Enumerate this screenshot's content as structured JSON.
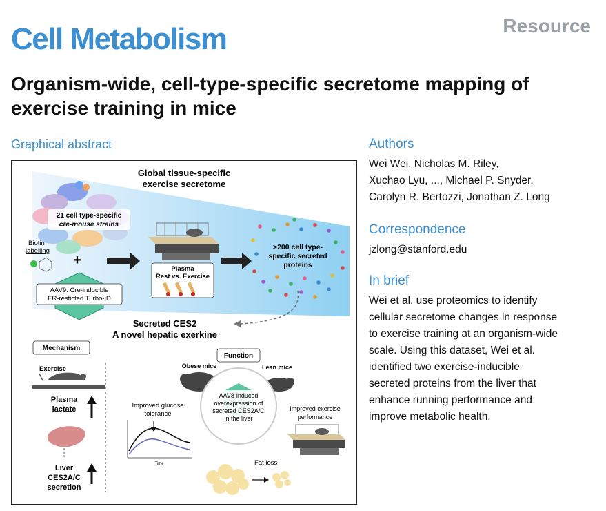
{
  "header": {
    "journal": "Cell Metabolism",
    "section_type": "Resource",
    "title": "Organism-wide, cell-type-specific secretome mapping of exercise training in mice"
  },
  "graphical_abstract": {
    "heading": "Graphical abstract",
    "top_title_1": "Global tissue-specific",
    "top_title_2": "exercise secretome",
    "strains_1": "21 cell type-specific",
    "strains_2": "cre-mouse strains",
    "biotin_1": "Biotin",
    "biotin_2": "labelling",
    "plus": "+",
    "aav9_1": "AAV9: Cre-inducible",
    "aav9_2": "ER-resticted Turbo-ID",
    "plasma_1": "Plasma",
    "plasma_2": "Rest vs. Exercise",
    "proteins_1": ">200 cell type-",
    "proteins_2": "specific secreted",
    "proteins_3": "proteins",
    "ces2_1": "Secreted CES2",
    "ces2_2": "A novel hepatic exerkine",
    "mechanism": "Mechanism",
    "exercise": "Exercise",
    "plasma_lactate_1": "Plasma",
    "plasma_lactate_2": "lactate",
    "liver_1": "Liver",
    "liver_2": "CES2A/C",
    "liver_3": "secretion",
    "function": "Function",
    "obese": "Obese mice",
    "lean": "Lean mice",
    "aav8_1": "AAV8-induced",
    "aav8_2": "overexpression of",
    "aav8_3": "secreted CES2A/C",
    "aav8_4": "in the liver",
    "glucose_1": "Improved glucose",
    "glucose_2": "tolerance",
    "time": "Time",
    "performance_1": "Improved exercise",
    "performance_2": "performance",
    "fat_loss": "Fat loss"
  },
  "authors": {
    "heading": "Authors",
    "lines": [
      "Wei Wei, Nicholas M. Riley,",
      "Xuchao Lyu, ..., Michael P. Snyder,",
      "Carolyn R. Bertozzi, Jonathan Z. Long"
    ]
  },
  "correspondence": {
    "heading": "Correspondence",
    "email": "jzlong@stanford.edu"
  },
  "in_brief": {
    "heading": "In brief",
    "lines": [
      "Wei et al. use proteomics to identify",
      "cellular secretome changes in response",
      "to exercise training at an organism-wide",
      "scale. Using this dataset, Wei et al.",
      "identified two exercise-inducible",
      "secreted proteins from the liver that",
      "enhance running performance and",
      "improve metabolic health."
    ]
  }
}
